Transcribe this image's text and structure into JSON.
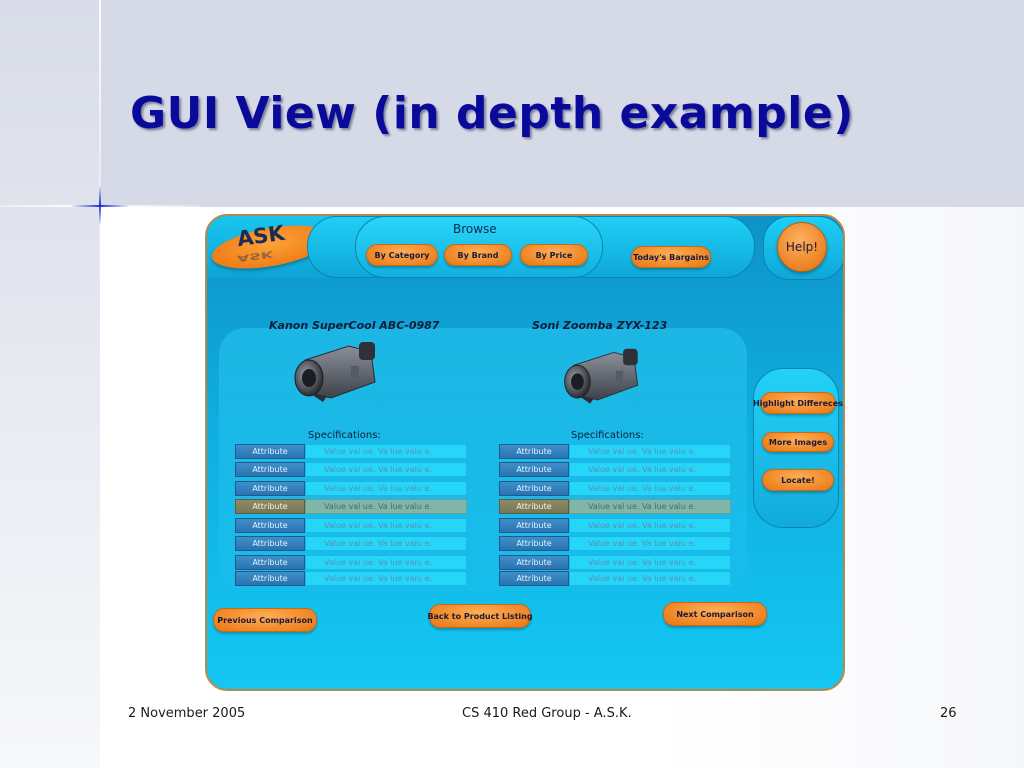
{
  "slide": {
    "title": "GUI View (in depth example)",
    "footer_date": "2 November 2005",
    "footer_center": "CS 410 Red Group - A.S.K.",
    "footer_page": "26"
  },
  "app": {
    "logo_text": "ASK",
    "browse": {
      "label": "Browse",
      "by_category": "By Category",
      "by_brand": "By Brand",
      "by_price": "By Price",
      "todays_bargains": "Today's Bargains"
    },
    "help_label": "Help!",
    "side_buttons": {
      "highlight": "Highlight Differeces",
      "more_images": "More Images",
      "locate": "Locate!"
    },
    "bottom_buttons": {
      "previous": "Previous Comparison",
      "back": "Back to Product Listing",
      "next": "Next Comparison"
    },
    "products": [
      {
        "name": "Kanon SuperCool ABC-0987",
        "spec_title": "Specifications:",
        "rows": [
          {
            "attr": "Attribute",
            "value": "Value val ue.  Va lue valu e."
          },
          {
            "attr": "Attribute",
            "value": "Value val ue.  Va lue valu e."
          },
          {
            "attr": "Attribute",
            "value": "Value val ue.  Va lue valu e."
          },
          {
            "attr": "Attribute",
            "value": "Value val ue.  Va lue valu e."
          },
          {
            "attr": "Attribute",
            "value": "Value val ue.  Va lue valu e."
          },
          {
            "attr": "Attribute",
            "value": "Value val ue.  Va lue valu e."
          },
          {
            "attr": "Attribute",
            "value": "Value val ue.  Va lue valu e."
          },
          {
            "attr": "Attribute",
            "value": "Value val ue.  Va lue valu e."
          }
        ]
      },
      {
        "name": "Soni Zoomba ZYX-123",
        "spec_title": "Specifications:",
        "rows": [
          {
            "attr": "Attribute",
            "value": "Value val ue.  Va lue valu e."
          },
          {
            "attr": "Attribute",
            "value": "Value val ue.  Va lue valu e."
          },
          {
            "attr": "Attribute",
            "value": "Value val ue.  Va lue valu e."
          },
          {
            "attr": "Attribute",
            "value": "Value val ue.  Va lue valu e."
          },
          {
            "attr": "Attribute",
            "value": "Value val ue.  Va lue valu e."
          },
          {
            "attr": "Attribute",
            "value": "Value val ue.  Va lue valu e."
          },
          {
            "attr": "Attribute",
            "value": "Value val ue.  Va lue valu e."
          },
          {
            "attr": "Attribute",
            "value": "Value val ue.  Va lue valu e."
          }
        ]
      }
    ],
    "highlighted_row_index": 3,
    "colors": {
      "accent_orange": "#e87512",
      "panel_blue": "#10aee0",
      "title_blue": "#0a0a9a"
    }
  }
}
